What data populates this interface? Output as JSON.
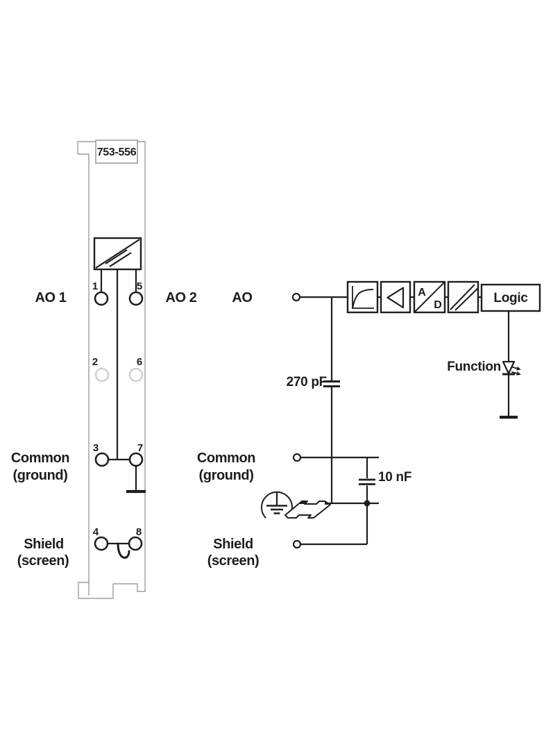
{
  "colors": {
    "line": "#1d1d1b",
    "module_outline": "#9d9d9c",
    "inactive_terminal": "#d0d0d0",
    "background": "#ffffff"
  },
  "module": {
    "part_number": "753-556",
    "terminals": [
      {
        "number": "1",
        "state": "active"
      },
      {
        "number": "5",
        "state": "active"
      },
      {
        "number": "2",
        "state": "inactive"
      },
      {
        "number": "6",
        "state": "inactive"
      },
      {
        "number": "3",
        "state": "active"
      },
      {
        "number": "7",
        "state": "active"
      },
      {
        "number": "4",
        "state": "active"
      },
      {
        "number": "8",
        "state": "active"
      }
    ]
  },
  "labels": {
    "ao1": "AO 1",
    "ao2": "AO 2",
    "ao": "AO",
    "common_line1": "Common",
    "common_line2": "(ground)",
    "shield_line1": "Shield",
    "shield_line2": "(screen)"
  },
  "schematic": {
    "logic": "Logic",
    "function": "Function",
    "output_capacitor": "270 pF",
    "ground_capacitor": "10 nF",
    "adc_a": "A",
    "adc_d": "D"
  }
}
